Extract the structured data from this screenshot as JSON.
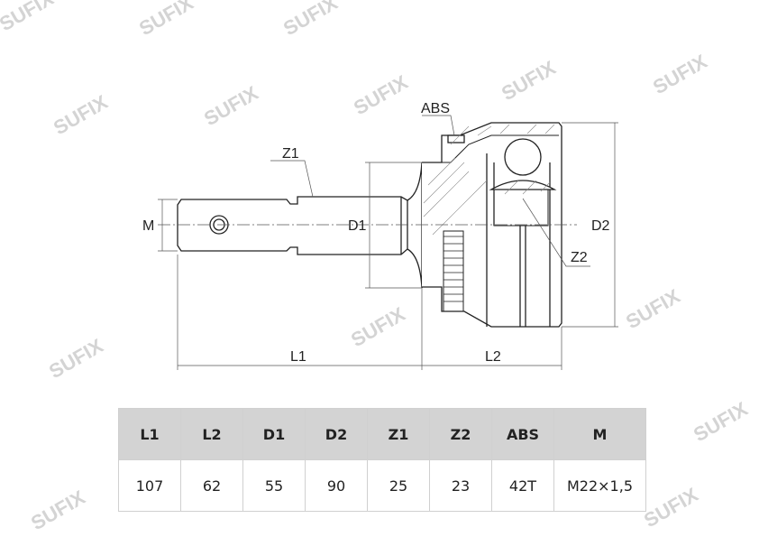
{
  "watermark": "SUFIX",
  "drawing": {
    "labels": {
      "abs": "ABS",
      "z1": "Z1",
      "z2": "Z2",
      "d1": "D1",
      "d2": "D2",
      "m": "M",
      "l1": "L1",
      "l2": "L2"
    }
  },
  "table": {
    "headers": [
      "L1",
      "L2",
      "D1",
      "D2",
      "Z1",
      "Z2",
      "ABS",
      "M"
    ],
    "values": [
      "107",
      "62",
      "55",
      "90",
      "25",
      "23",
      "42T",
      "M22×1,5"
    ]
  },
  "colors": {
    "line": "#222222",
    "header_bg": "#d3d3d3",
    "watermark": "#d4d4d4",
    "watermark_accent": "#f3dc7a"
  }
}
